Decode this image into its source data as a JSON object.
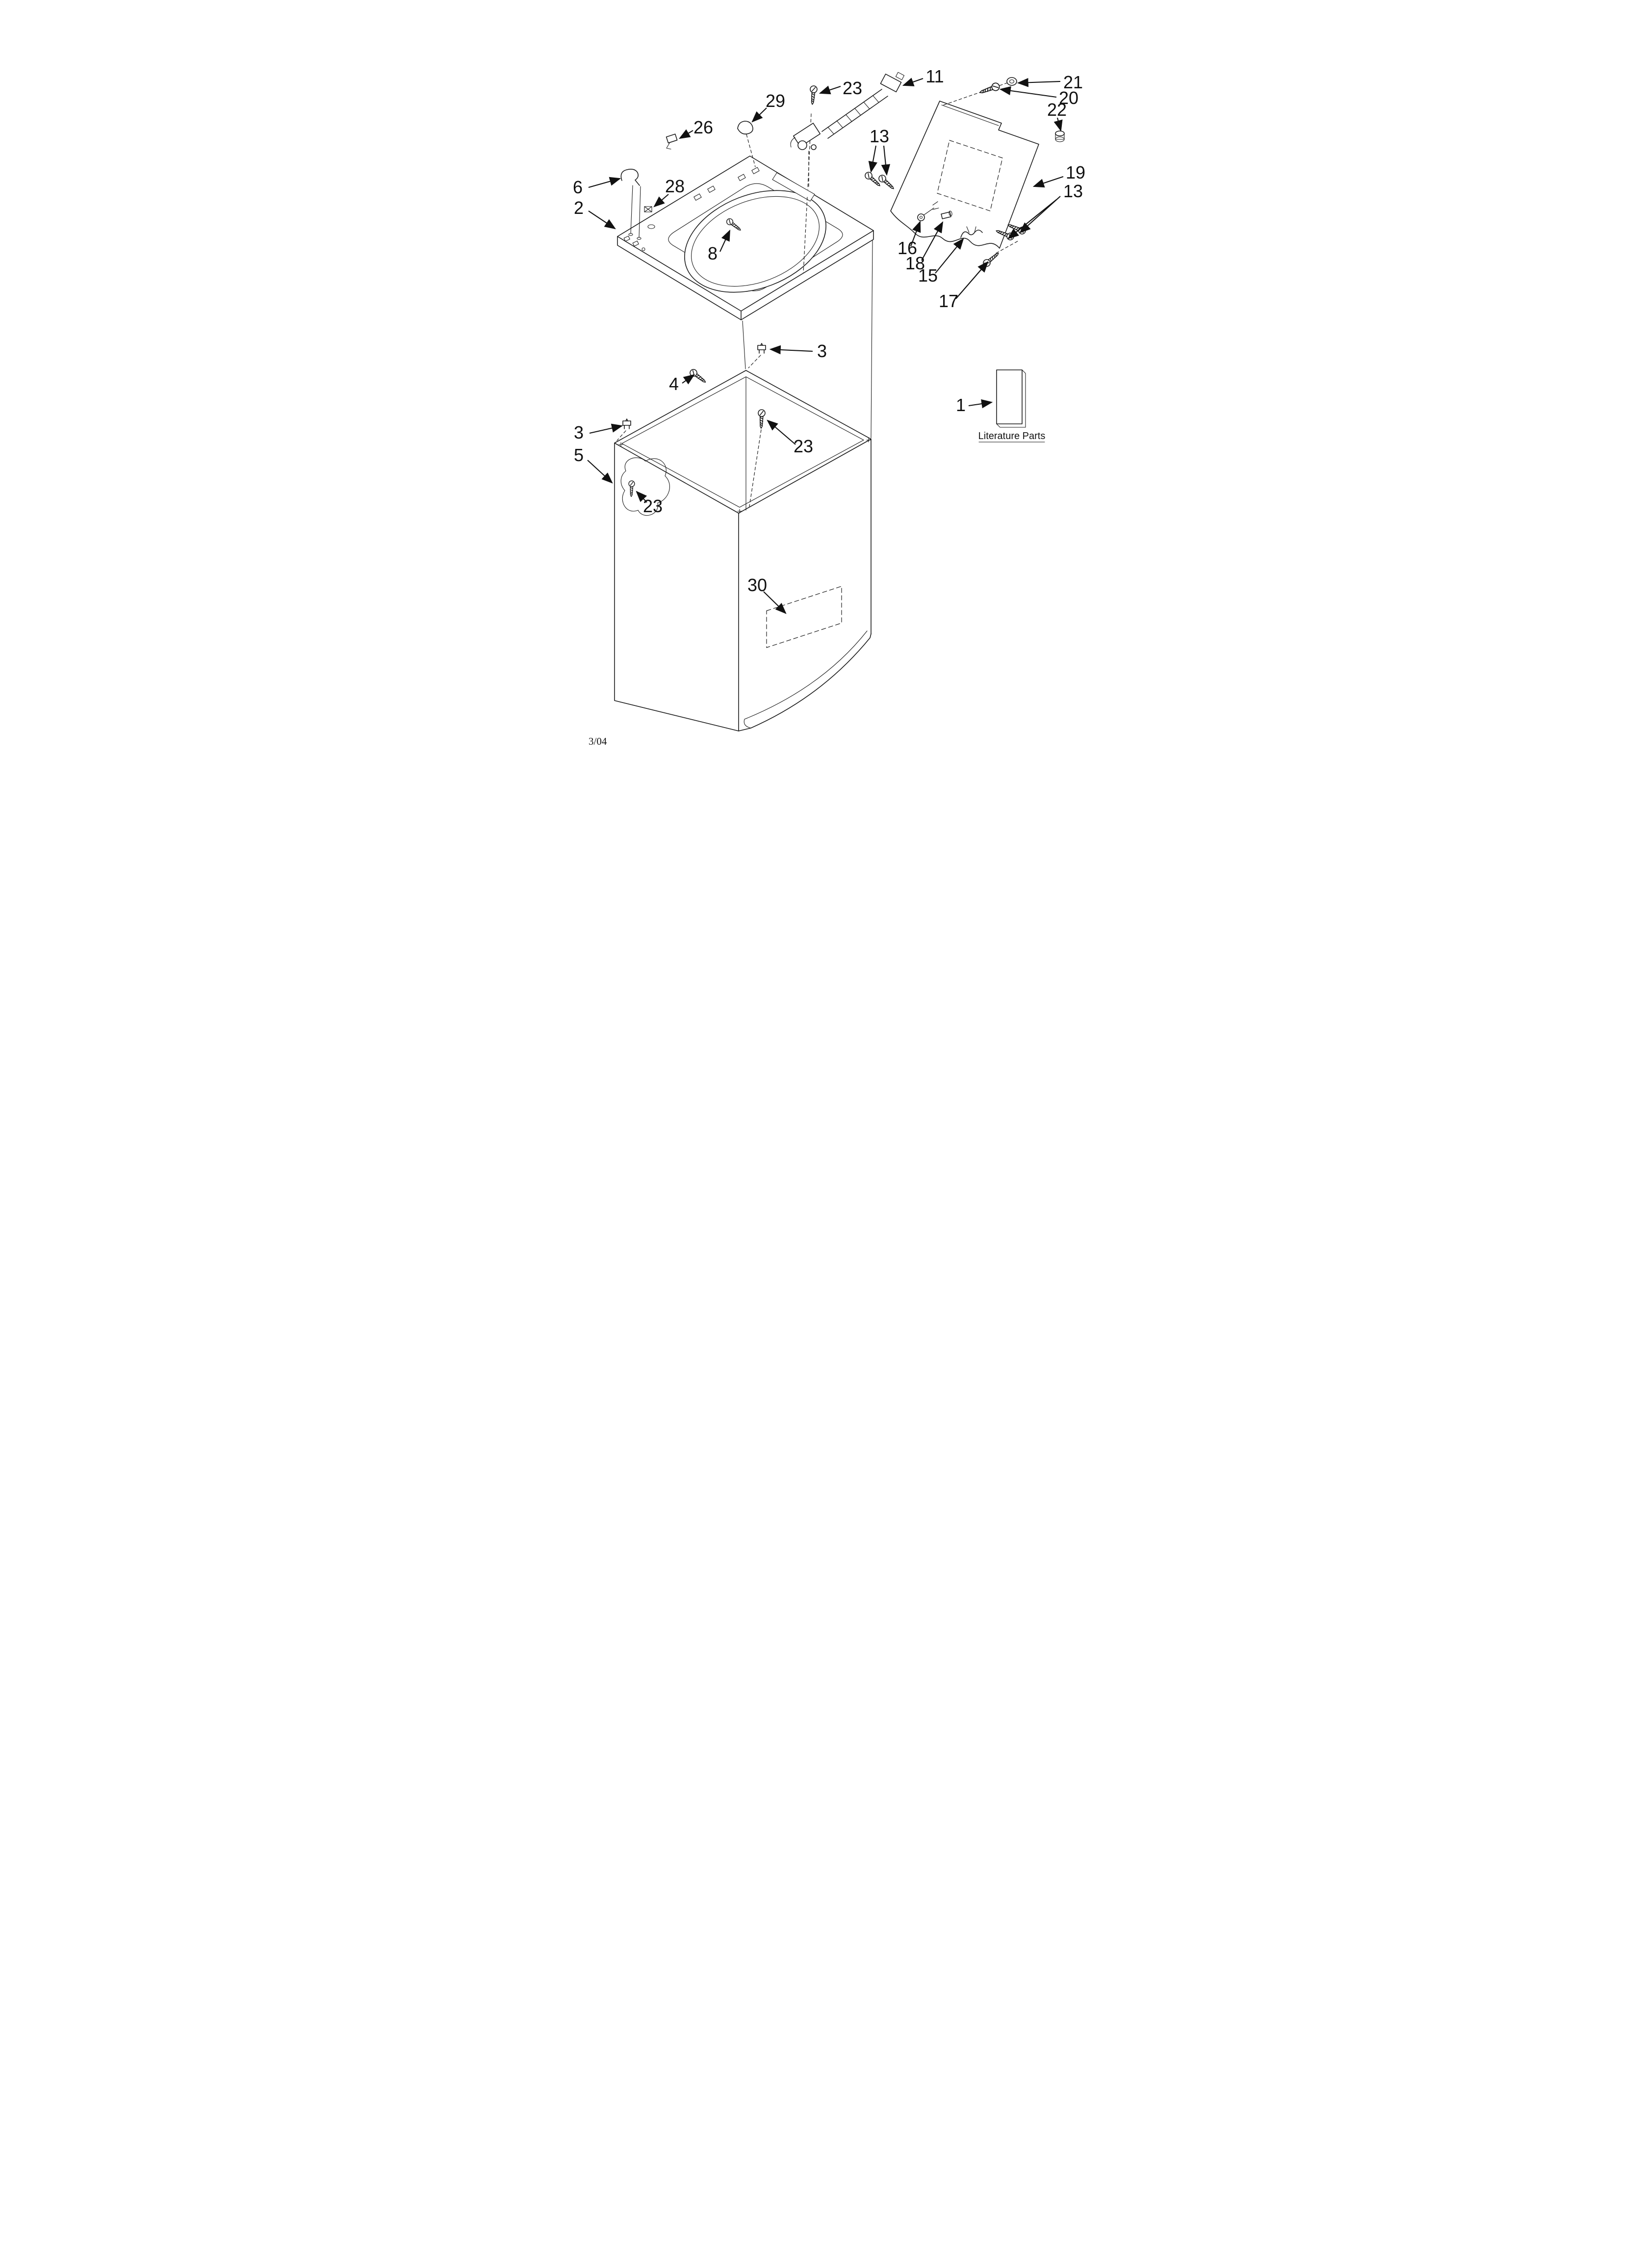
{
  "footer": {
    "date": "3/04"
  },
  "literature": {
    "label": "Literature Parts"
  },
  "callouts": [
    {
      "label": "23"
    },
    {
      "label": "11"
    },
    {
      "label": "21"
    },
    {
      "label": "20"
    },
    {
      "label": "22"
    },
    {
      "label": "29"
    },
    {
      "label": "26"
    },
    {
      "label": "13"
    },
    {
      "label": "19"
    },
    {
      "label": "13"
    },
    {
      "label": "6"
    },
    {
      "label": "28"
    },
    {
      "label": "2"
    },
    {
      "label": "8"
    },
    {
      "label": "16"
    },
    {
      "label": "18"
    },
    {
      "label": "15"
    },
    {
      "label": "17"
    },
    {
      "label": "3"
    },
    {
      "label": "4"
    },
    {
      "label": "1"
    },
    {
      "label": "3"
    },
    {
      "label": "23"
    },
    {
      "label": "5"
    },
    {
      "label": "23"
    },
    {
      "label": "30"
    }
  ]
}
